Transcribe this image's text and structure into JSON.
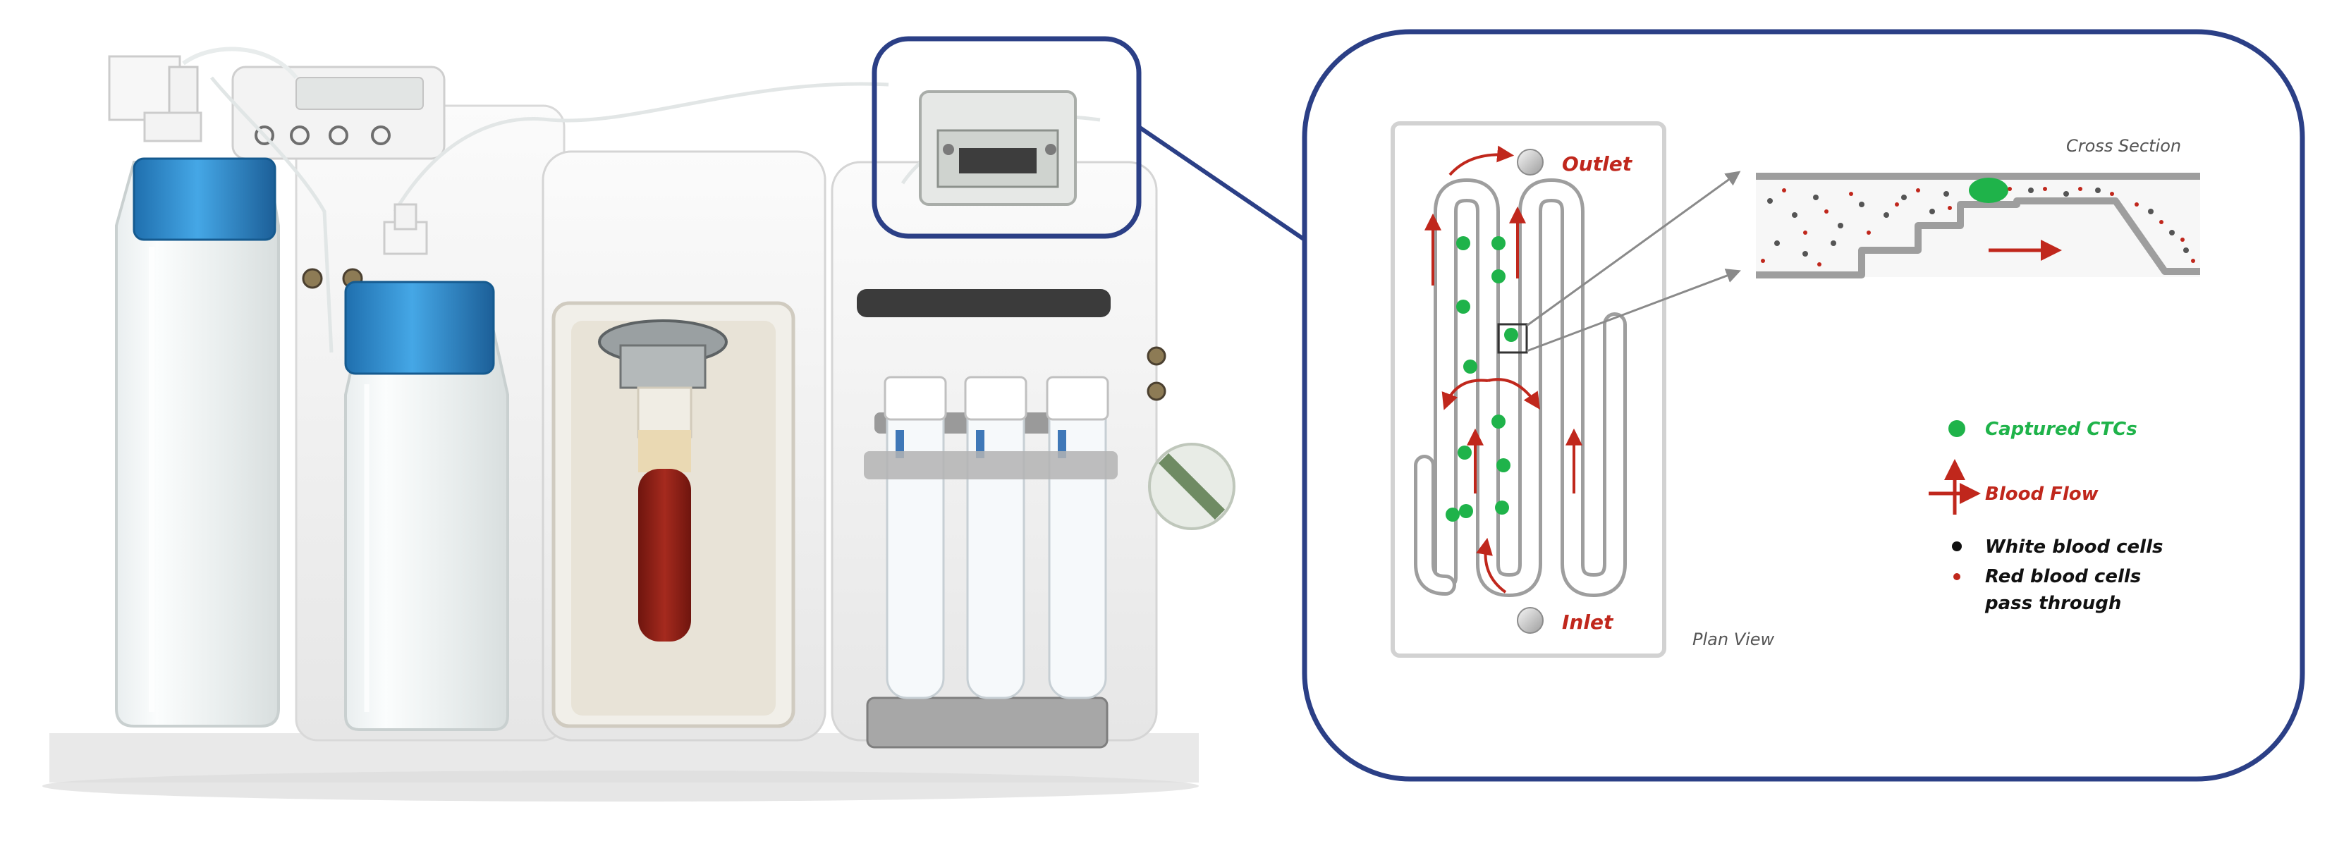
{
  "labels": {
    "outlet": "Outlet",
    "inlet": "Inlet",
    "plan_view": "Plan View",
    "cross_section": "Cross Section"
  },
  "legend": {
    "captured_ctcs": "Captured CTCs",
    "blood_flow": "Blood Flow",
    "white_blood_cells": "White blood cells",
    "red_blood_cells_line1": "Red blood cells",
    "red_blood_cells_line2": "pass through"
  },
  "colors": {
    "frame_blue": "#2b3f86",
    "flow_red": "#c0271c",
    "ctc_green": "#1fb34a",
    "channel_gray": "#a8a8a8",
    "bottle_cap_blue": "#2e8fd0",
    "blood_red": "#8e1e15"
  },
  "icons": {
    "flow_arrow": "red-arrow-icon",
    "ctc_dot": "green-dot-icon",
    "wbc_dot": "black-dot-icon",
    "rbc_dot": "red-dot-icon",
    "port": "gray-port-circle-icon"
  }
}
